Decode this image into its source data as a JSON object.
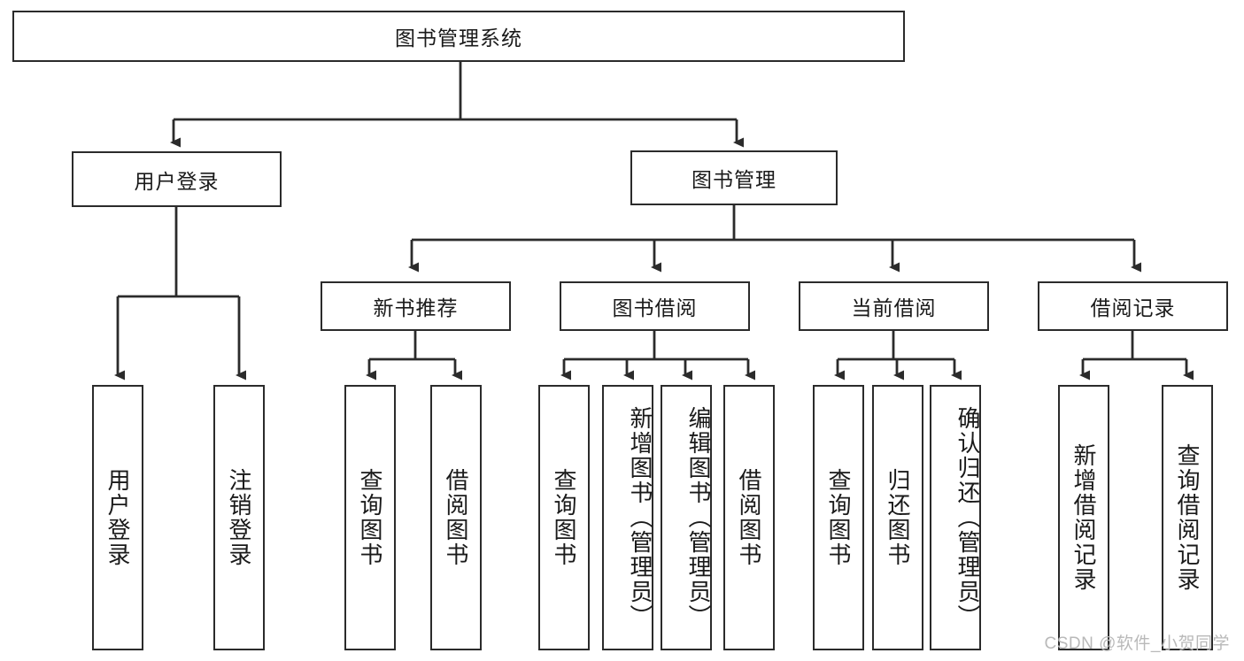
{
  "diagram": {
    "type": "tree-hierarchy-chart",
    "title": "图书管理系统",
    "watermark": "CSDN @软件_小贺同学",
    "colors": {
      "stroke": "#2b2b2b",
      "fill": "#ffffff",
      "text": "#1a1a1a",
      "watermark": "#b9b9b9"
    },
    "nodes": {
      "root": {
        "label": "图书管理系统",
        "level": 0
      },
      "l1": [
        {
          "id": "user-login",
          "label": "用户登录"
        },
        {
          "id": "book-manage",
          "label": "图书管理"
        }
      ],
      "l2": [
        {
          "id": "new-book-recommend",
          "label": "新书推荐"
        },
        {
          "id": "book-borrow",
          "label": "图书借阅"
        },
        {
          "id": "current-borrow",
          "label": "当前借阅"
        },
        {
          "id": "borrow-record",
          "label": "借阅记录"
        }
      ],
      "leaves": {
        "user_login": [
          {
            "id": "leaf-user-login",
            "label": "用户登录"
          },
          {
            "id": "leaf-logout-login",
            "label": "注销登录"
          }
        ],
        "new_book_recommend": [
          {
            "id": "leaf-query-book-1",
            "label": "查询图书"
          },
          {
            "id": "leaf-borrow-book-1",
            "label": "借阅图书"
          }
        ],
        "book_borrow": [
          {
            "id": "leaf-query-book-2",
            "label": "查询图书"
          },
          {
            "id": "leaf-add-book",
            "label": "新增图书（管理员）"
          },
          {
            "id": "leaf-edit-book",
            "label": "编辑图书（管理员）"
          },
          {
            "id": "leaf-borrow-book-2",
            "label": "借阅图书"
          }
        ],
        "current_borrow": [
          {
            "id": "leaf-query-book-3",
            "label": "查询图书"
          },
          {
            "id": "leaf-return-book",
            "label": "归还图书"
          },
          {
            "id": "leaf-confirm-return",
            "label": "确认归还（管理员）"
          }
        ],
        "borrow_record": [
          {
            "id": "leaf-add-borrow-record",
            "label": "新增借阅记录"
          },
          {
            "id": "leaf-query-borrow-record",
            "label": "查询借阅记录"
          }
        ]
      }
    }
  }
}
